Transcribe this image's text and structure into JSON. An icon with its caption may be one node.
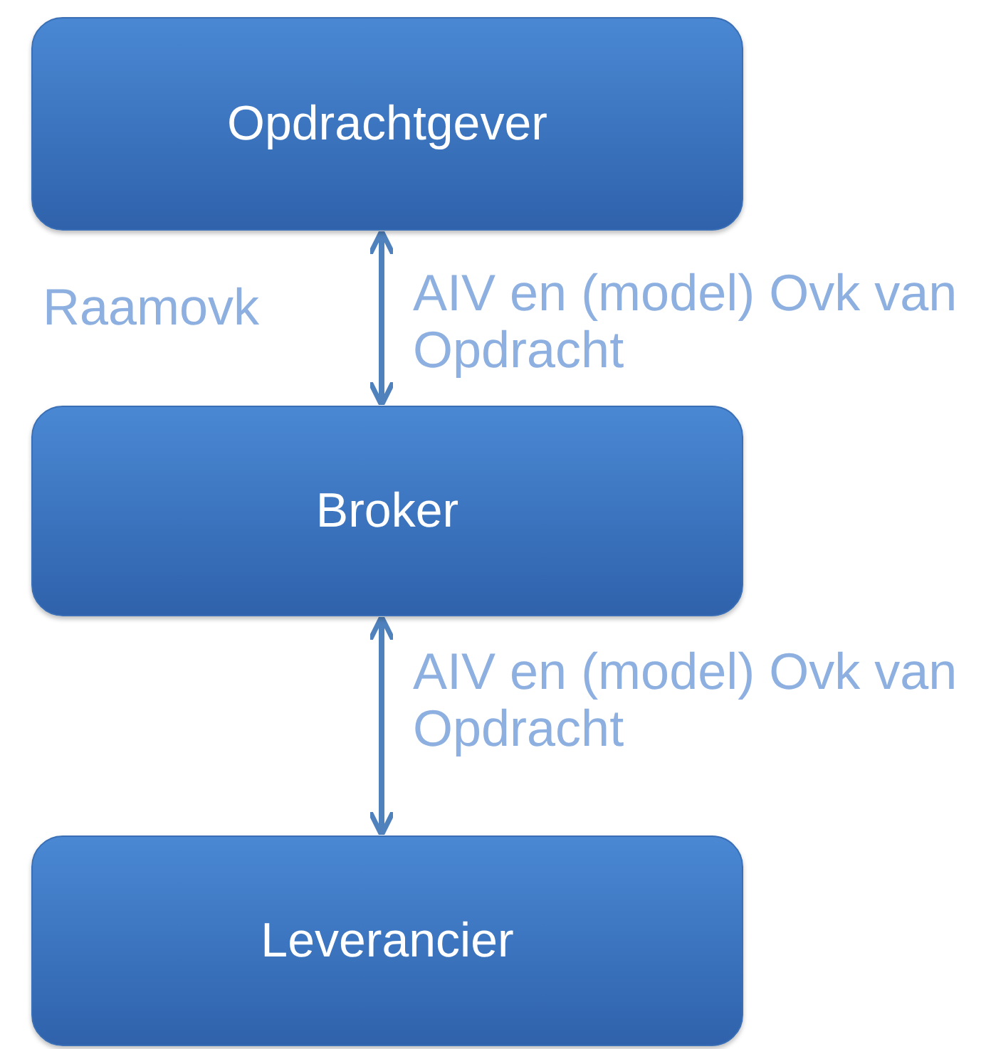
{
  "diagram": {
    "nodes": [
      {
        "text": [
          "Opdrachtgever"
        ]
      },
      {
        "text": [
          "Broker"
        ]
      },
      {
        "text": [
          "Leverancier"
        ]
      }
    ],
    "edges": [
      {
        "from": 0,
        "to": 1,
        "arrow": "both",
        "label": "AIV en (model) Ovk van Opdracht"
      },
      {
        "from": 1,
        "to": 2,
        "arrow": "both",
        "label": "AIV en (model) Ovk van Opdracht"
      }
    ],
    "labels": [
      "Raamovk"
    ]
  }
}
